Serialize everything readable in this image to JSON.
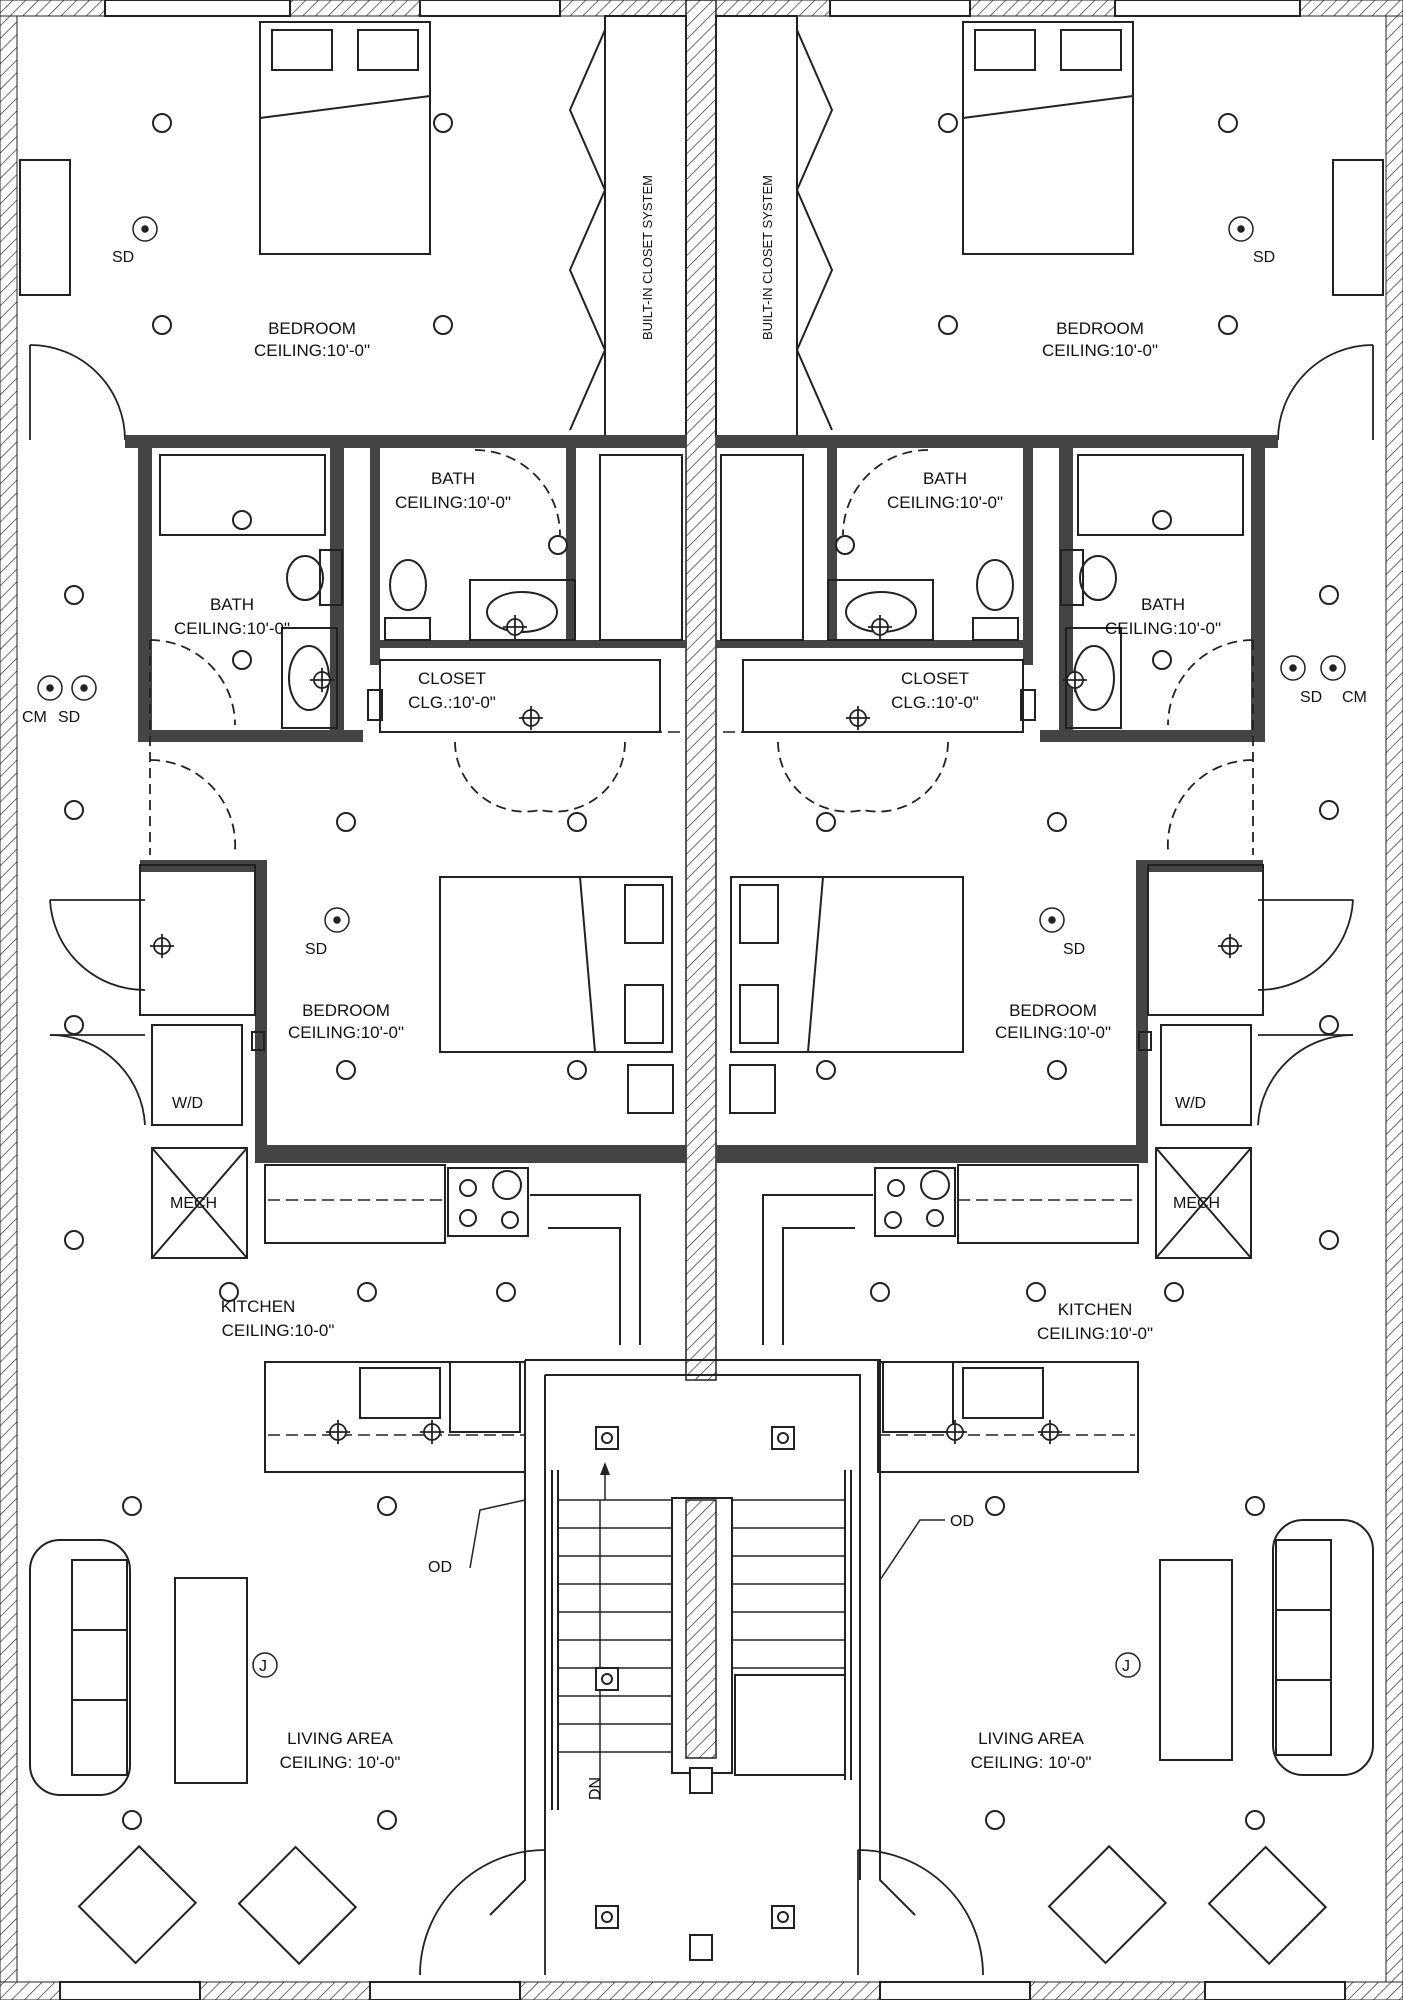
{
  "rooms": {
    "bedroom_top_left": {
      "name": "BEDROOM",
      "ceiling": "CEILING:10'-0\""
    },
    "bedroom_top_right": {
      "name": "BEDROOM",
      "ceiling": "CEILING:10'-0\""
    },
    "bath_left_a": {
      "name": "BATH",
      "ceiling": "CEILING:10'-0\""
    },
    "bath_left_b": {
      "name": "BATH",
      "ceiling": "CEILING:10'-0\""
    },
    "bath_right_a": {
      "name": "BATH",
      "ceiling": "CEILING:10'-0\""
    },
    "bath_right_b": {
      "name": "BATH",
      "ceiling": "CEILING:10'-0\""
    },
    "closet_left": {
      "name": "CLOSET",
      "ceiling": "CLG.:10'-0\""
    },
    "closet_right": {
      "name": "CLOSET",
      "ceiling": "CLG.:10'-0\""
    },
    "bedroom_mid_left": {
      "name": "BEDROOM",
      "ceiling": "CEILING:10'-0\""
    },
    "bedroom_mid_right": {
      "name": "BEDROOM",
      "ceiling": "CEILING:10'-0\""
    },
    "kitchen_left": {
      "name": "KITCHEN",
      "ceiling": "CEILING:10-0\""
    },
    "kitchen_right": {
      "name": "KITCHEN",
      "ceiling": "CEILING:10'-0\""
    },
    "living_left": {
      "name": "LIVING AREA",
      "ceiling": "CEILING: 10'-0\""
    },
    "living_right": {
      "name": "LIVING AREA",
      "ceiling": "CEILING: 10'-0\""
    }
  },
  "closet_system": {
    "left": "BUILT-IN CLOSET SYSTEM",
    "right": "BUILT-IN CLOSET SYSTEM"
  },
  "fixtures": {
    "smoke_detector": "SD",
    "co_monitor": "CM",
    "washer_dryer": "W/D",
    "mechanical": "MECH",
    "junction_box": "J",
    "overhead_door": "OD",
    "stair_down": "DN"
  }
}
